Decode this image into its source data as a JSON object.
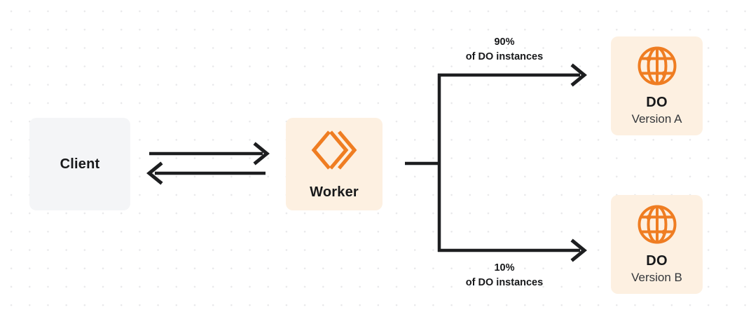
{
  "diagram": {
    "nodes": {
      "client": {
        "title": "Client"
      },
      "worker": {
        "title": "Worker",
        "icon": "cloudflare-workers-logo-icon"
      },
      "do_a": {
        "title": "DO",
        "subtitle": "Version A",
        "icon": "globe-icon"
      },
      "do_b": {
        "title": "DO",
        "subtitle": "Version B",
        "icon": "globe-icon"
      }
    },
    "edges": {
      "top": {
        "percent": "90%",
        "caption": "of DO instances"
      },
      "bottom": {
        "percent": "10%",
        "caption": "of DO instances"
      }
    },
    "colors": {
      "accent": "#ef7d22",
      "node_orange_bg": "#fdf0e1",
      "node_gray_bg": "#f4f5f7",
      "edge": "#1d1e20",
      "text": "#17181a",
      "dot_grid": "#e8e8ea"
    }
  }
}
